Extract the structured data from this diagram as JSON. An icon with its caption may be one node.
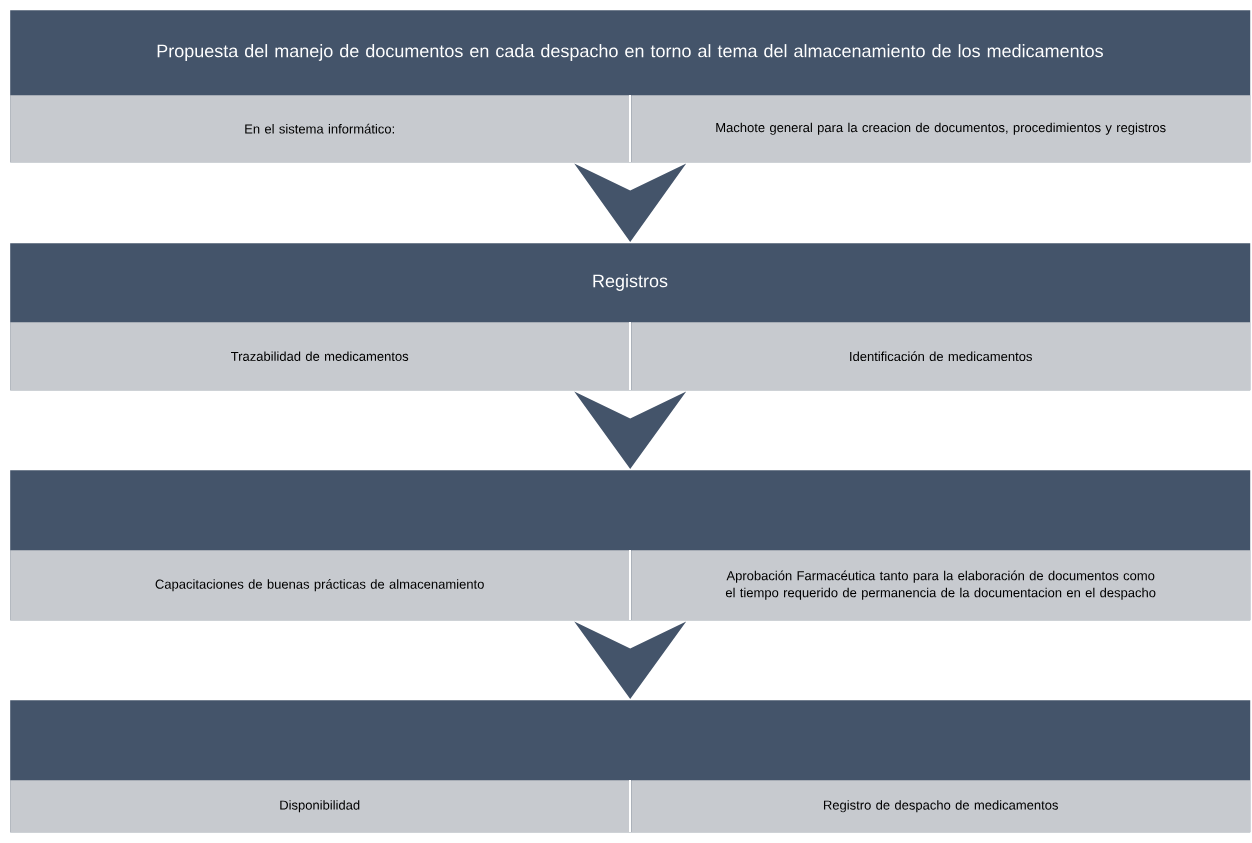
{
  "diagram": {
    "nodes": [
      {
        "text": [
          "Propuesta del manejo de documentos en cada despacho en torno al tema del almacenamiento de los medicamentos"
        ]
      },
      {
        "text": [
          "En el sistema informático:"
        ],
        "in": 0
      },
      {
        "text": [
          "Machote general para la creacion de documentos, procedimientos y registros"
        ],
        "in": 0
      },
      {
        "text": [
          "Registros"
        ]
      },
      {
        "text": [
          "Trazabilidad de medicamentos"
        ],
        "in": 3
      },
      {
        "text": [
          "Identificación de medicamentos"
        ],
        "in": 3
      },
      {
        "text": [],
        "shape": "box"
      },
      {
        "text": [
          "Capacitaciones de buenas prácticas de almacenamiento"
        ],
        "in": 6
      },
      {
        "text": [
          "Aprobación Farmacéutica tanto para la elaboración de documentos como el tiempo requerido de permanencia de la documentacion en el despacho"
        ],
        "in": 6
      },
      {
        "text": [],
        "shape": "box"
      },
      {
        "text": [
          "Disponibilidad"
        ],
        "in": 9
      },
      {
        "text": [
          "Registro de despacho de medicamentos"
        ],
        "in": 9
      }
    ],
    "edges": [
      {
        "from": 0,
        "to": 3,
        "arrow": "to"
      },
      {
        "from": 3,
        "to": 6,
        "arrow": "to"
      },
      {
        "from": 6,
        "to": 9,
        "arrow": "to"
      }
    ]
  }
}
